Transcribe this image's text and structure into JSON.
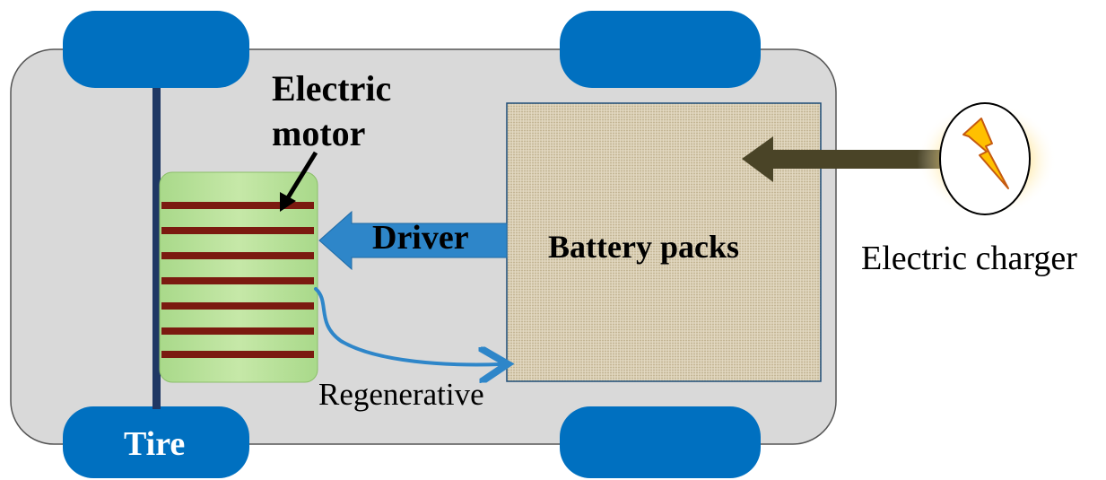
{
  "labels": {
    "motor_line1": "Electric",
    "motor_line2": "motor",
    "driver": "Driver",
    "battery": "Battery packs",
    "charger": "Electric charger",
    "regenerative": "Regenerative",
    "tire": "Tire"
  },
  "colors": {
    "chassis": "#d9d9d9",
    "tire": "#0070c0",
    "axle": "#1f3864",
    "motor_fill": "#b5e08a",
    "coil": "#7b1a10",
    "driver_arrow": "#2e86c9",
    "charge_arrow": "#4a4427",
    "battery_fill": "#d8cdb3"
  },
  "icons": {
    "charger": "lightning-bolt-icon"
  }
}
